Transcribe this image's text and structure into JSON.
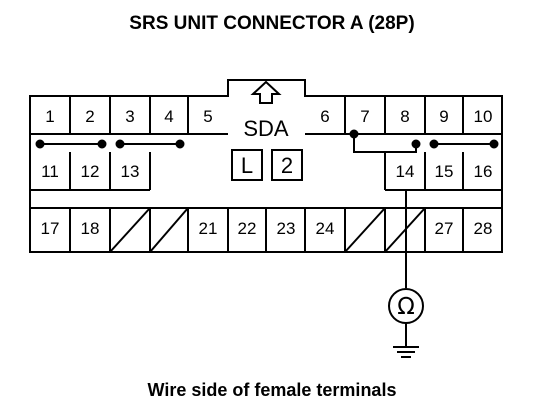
{
  "title": "SRS UNIT CONNECTOR A (28P)",
  "caption": "Wire side of female terminals",
  "connector": {
    "label": "SDA",
    "box_left": "L",
    "box_right": "2",
    "row1": [
      "1",
      "2",
      "3",
      "4",
      "5",
      "6",
      "7",
      "8",
      "9",
      "10"
    ],
    "row2": [
      "11",
      "12",
      "13",
      "14",
      "15",
      "16"
    ],
    "row3": [
      "17",
      "18",
      "21",
      "22",
      "23",
      "24",
      "27",
      "28"
    ]
  },
  "meter_symbol": "Ω"
}
